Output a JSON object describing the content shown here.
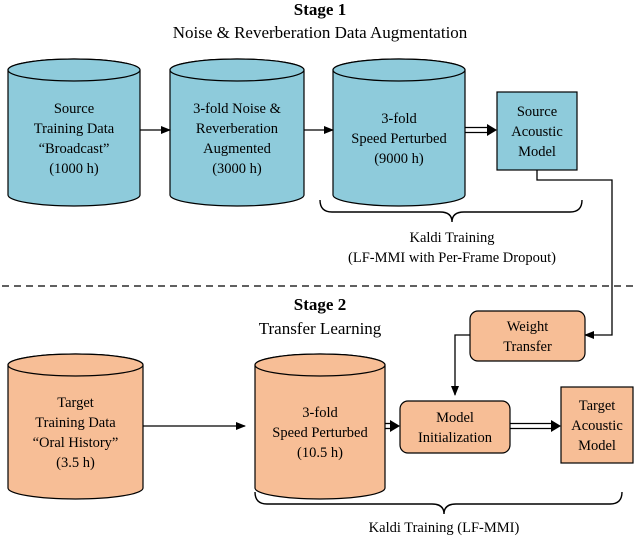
{
  "colors": {
    "stage1_fill": "#8ecbdb",
    "stage2_fill": "#f7be96",
    "stroke": "#000000",
    "background": "#ffffff"
  },
  "stage1": {
    "title": "Stage 1",
    "subtitle": "Noise & Reverberation Data Augmentation",
    "nodes": {
      "source_data": {
        "shape": "cylinder",
        "lines": [
          "Source",
          "Training Data",
          "“Broadcast”",
          "(1000 h)"
        ]
      },
      "noise_reverb": {
        "shape": "cylinder",
        "lines": [
          "3-fold Noise &",
          "Reverberation",
          "Augmented",
          "(3000 h)"
        ]
      },
      "speed_perturbed": {
        "shape": "cylinder",
        "lines": [
          "3-fold",
          "Speed Perturbed",
          "(9000 h)"
        ]
      },
      "source_model": {
        "shape": "box",
        "lines": [
          "Source",
          "Acoustic",
          "Model"
        ]
      }
    },
    "training_lines": [
      "Kaldi Training",
      "(LF-MMI with Per-Frame Dropout)"
    ]
  },
  "stage2": {
    "title": "Stage 2",
    "subtitle": "Transfer Learning",
    "nodes": {
      "weight_transfer": {
        "shape": "rounded",
        "lines": [
          "Weight",
          "Transfer"
        ]
      },
      "target_data": {
        "shape": "cylinder",
        "lines": [
          "Target",
          "Training Data",
          "“Oral History”",
          "(3.5 h)"
        ]
      },
      "speed_perturbed": {
        "shape": "cylinder",
        "lines": [
          "3-fold",
          "Speed Perturbed",
          "(10.5 h)"
        ]
      },
      "model_init": {
        "shape": "rounded",
        "lines": [
          "Model",
          "Initialization"
        ]
      },
      "target_model": {
        "shape": "box",
        "lines": [
          "Target",
          "Acoustic",
          "Model"
        ]
      }
    },
    "training_lines": [
      "Kaldi Training (LF-MMI)"
    ]
  }
}
